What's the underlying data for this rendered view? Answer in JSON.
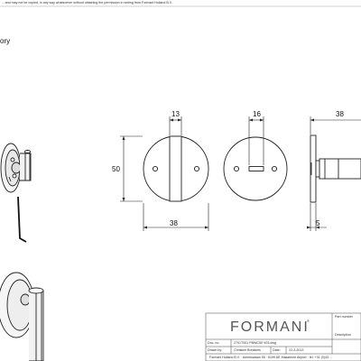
{
  "header": {
    "copyright_note": "…and may not be copied, in any way whatsoever without obtaining the permission in writing from Formani Holland B.V."
  },
  "side_label": "ory",
  "dimensions": {
    "top_left": "13",
    "top_middle": "16",
    "top_right": "38",
    "height": "50",
    "bottom_left": "38",
    "bottom_right": "5"
  },
  "title_block": {
    "brand": "FORMANI",
    "brand_mark": "®",
    "part_number_label": "Part number",
    "description_label": "Description",
    "doc_no_label": "Doc. no.",
    "doc_no": "2701T001 PBWC50 V03.dwg",
    "drawn_by_label": "Drawn by:",
    "drawn_by": "Christien Brinkkels",
    "date_label": "Date:",
    "date": "22-3-2013",
    "footer": "Formani Holland B.V. · Amerikalaan 55 · 6199 AE Maastricht Airport · tel. +31 (0)43…"
  }
}
